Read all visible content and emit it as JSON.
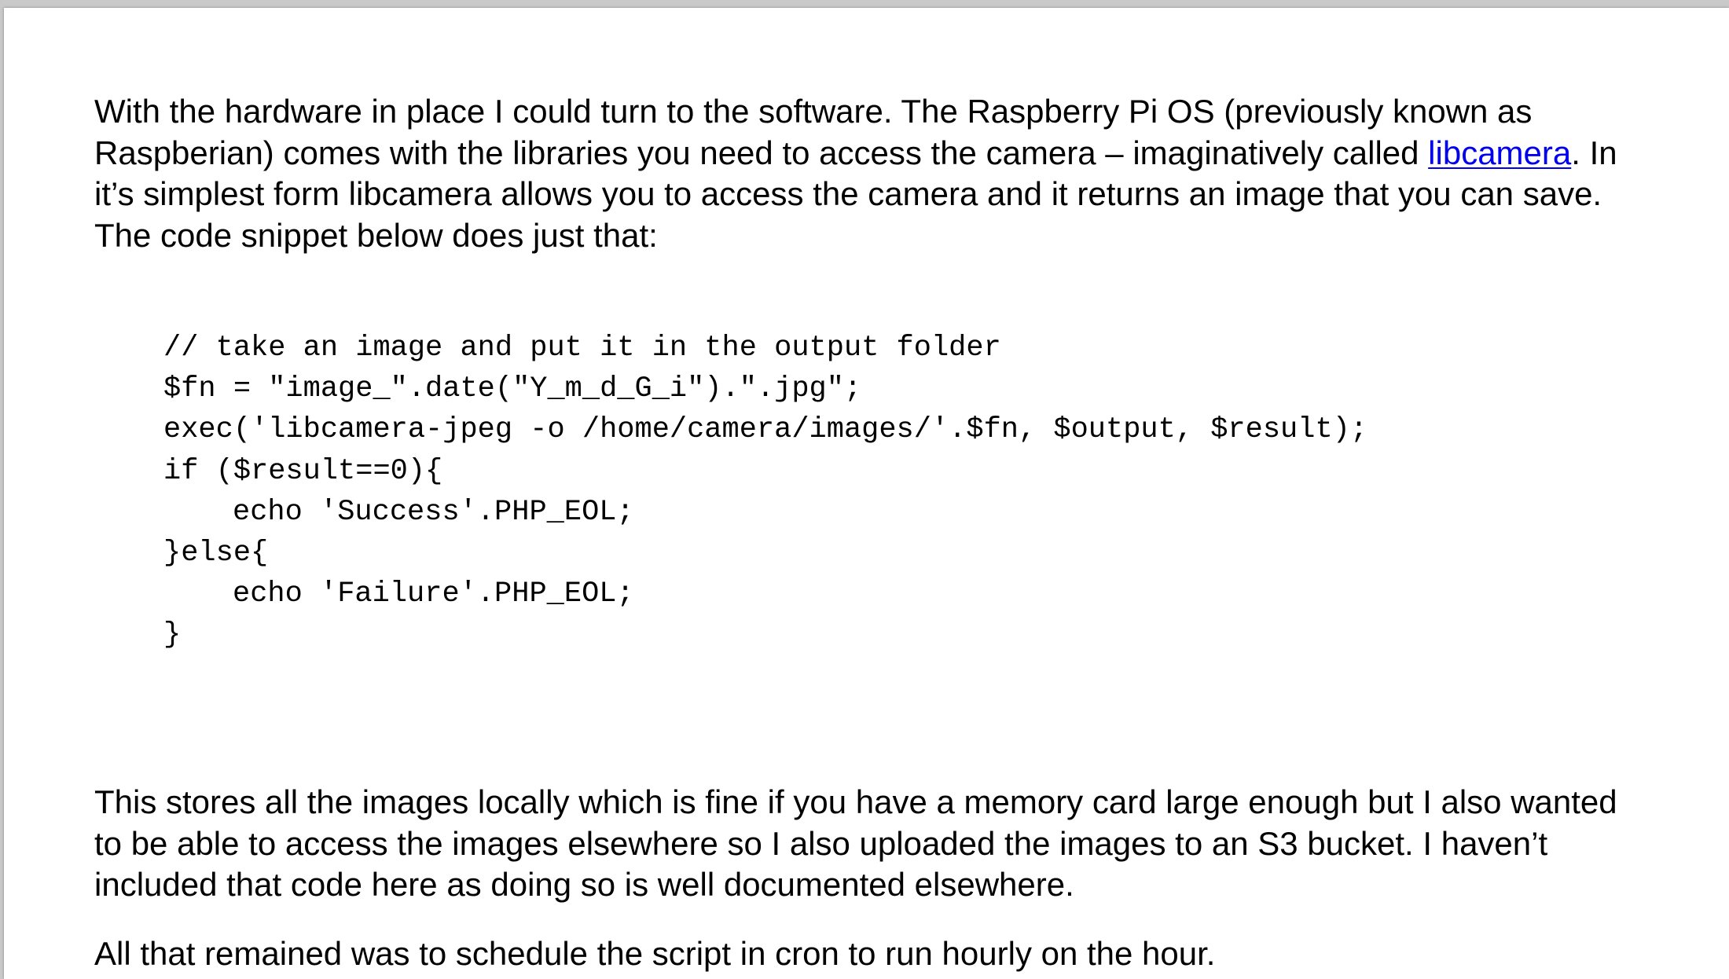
{
  "paragraph_1": {
    "before_link": "With the hardware in place I could turn to the software. The Raspberry Pi OS (previously known as Raspberian) comes with the libraries you need to access the camera – imaginatively called ",
    "link_text": "libcamera",
    "after_link": ". In it’s simplest form libcamera allows you to access the camera and it returns an image that you can save. The code snippet below does just that:"
  },
  "code": [
    "// take an image and put it in the output folder",
    "$fn = \"image_\".date(\"Y_m_d_G_i\").\".jpg\";",
    "exec('libcamera-jpeg -o /home/camera/images/'.$fn, $output, $result);",
    "if ($result==0){",
    "echo 'Success'.PHP_EOL;",
    "}else{",
    "echo 'Failure'.PHP_EOL;",
    "}"
  ],
  "paragraph_2": "This stores all the images locally which is fine if you have a memory card large enough but I also wanted to be able to access the images elsewhere so I also uploaded the images to an S3 bucket. I haven’t included that code here as doing so is well documented elsewhere.",
  "paragraph_3": "All that remained was to schedule the script in cron to run hourly on the hour.",
  "colors": {
    "link": "#0000ee",
    "text": "#000000",
    "page_background": "#ffffff"
  }
}
